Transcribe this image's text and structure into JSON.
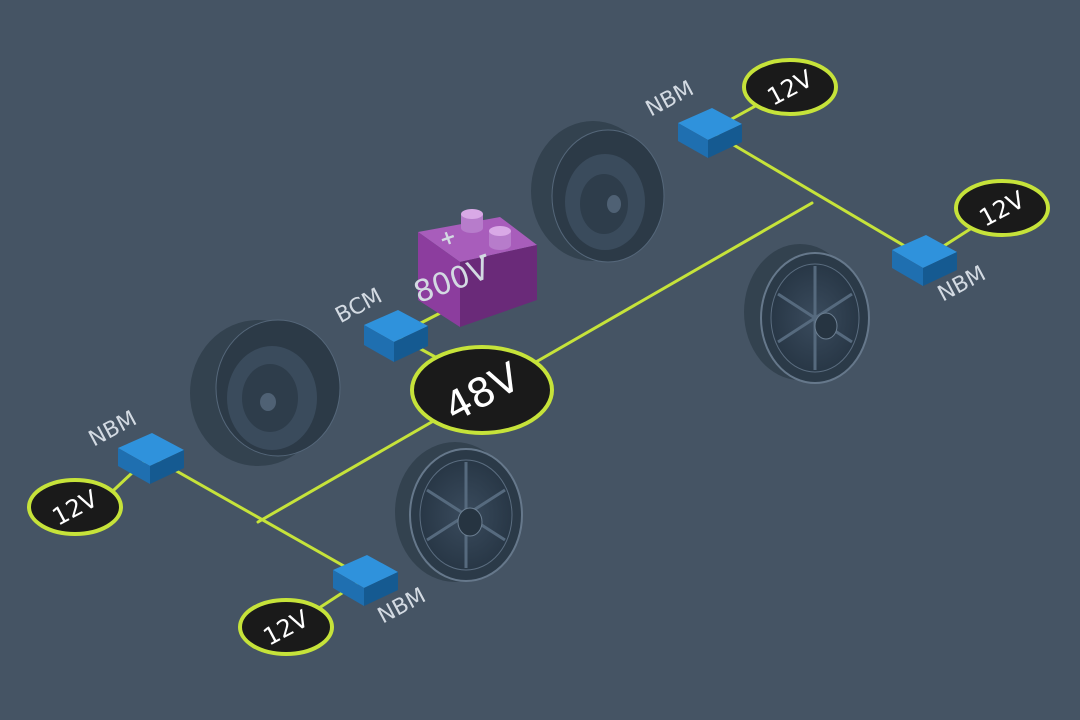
{
  "colors": {
    "background": "#455464",
    "wire": "#c6e33a",
    "node_fill": "#1a1a1a",
    "module_top": "#2f92dc",
    "module_side": "#1b5f9c",
    "battery_front": "#8c3d9e",
    "battery_side": "#6a2a79",
    "wheel": "#2f3f50",
    "label": "#d3dae2"
  },
  "battery": {
    "label": "800V",
    "positive_terminal": "+",
    "negative_terminal": "-",
    "icon": "battery-icon"
  },
  "main_bus": {
    "label": "48V"
  },
  "control_module": {
    "label": "BCM",
    "icon": "module-box-icon"
  },
  "nodes": [
    {
      "module_label": "NBM",
      "voltage_label": "12V",
      "position": "front-left"
    },
    {
      "module_label": "NBM",
      "voltage_label": "12V",
      "position": "front-right"
    },
    {
      "module_label": "NBM",
      "voltage_label": "12V",
      "position": "rear-left"
    },
    {
      "module_label": "NBM",
      "voltage_label": "12V",
      "position": "rear-right"
    }
  ],
  "wheels": [
    {
      "position": "front-left",
      "icon": "wheel-icon"
    },
    {
      "position": "front-right",
      "icon": "wheel-icon"
    },
    {
      "position": "rear-left",
      "icon": "wheel-icon"
    },
    {
      "position": "rear-right",
      "icon": "wheel-icon"
    }
  ]
}
